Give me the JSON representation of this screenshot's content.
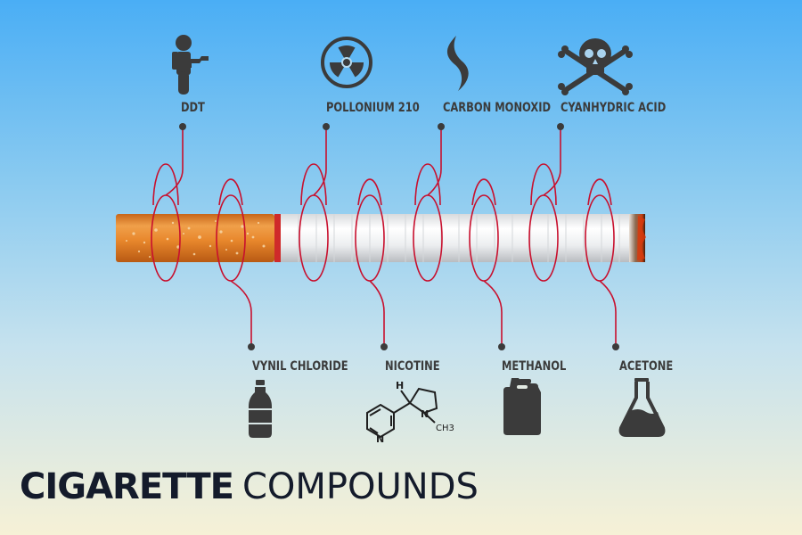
{
  "title": {
    "bold": "CIGARETTE",
    "light": "COMPOUNDS"
  },
  "compounds_top": [
    {
      "name": "DDT",
      "icon": "sprayer-person-icon"
    },
    {
      "name": "POLLONIUM 210",
      "icon": "radiation-icon"
    },
    {
      "name": "CARBON MONOXID",
      "icon": "smoke-icon"
    },
    {
      "name": "CYANHYDRIC ACID",
      "icon": "skull-crossbones-icon"
    }
  ],
  "compounds_bottom": [
    {
      "name": "VYNIL CHLORIDE",
      "icon": "bottle-icon"
    },
    {
      "name": "NICOTINE",
      "icon": "nicotine-molecule-icon"
    },
    {
      "name": "METHANOL",
      "icon": "jerrycan-icon"
    },
    {
      "name": "ACETONE",
      "icon": "flask-icon"
    }
  ],
  "molecule": {
    "h": "H",
    "n_ring": "N",
    "n_chain": "N",
    "methyl": "CH3"
  },
  "colors": {
    "leader": "#c8102e",
    "icon": "#3b3b3b",
    "filter": "#e08a2a",
    "title": "#141b2b"
  }
}
